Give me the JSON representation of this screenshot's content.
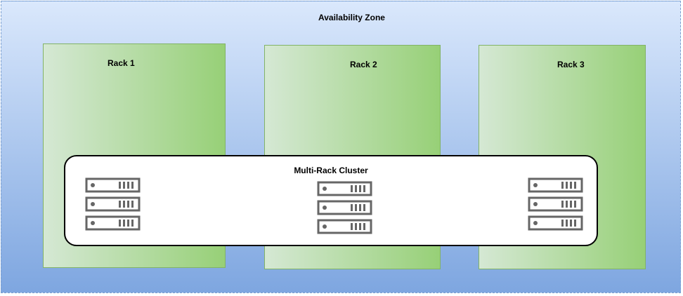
{
  "availability_zone": {
    "title": "Availability Zone"
  },
  "racks": [
    {
      "label": "Rack 1"
    },
    {
      "label": "Rack 2"
    },
    {
      "label": "Rack 3"
    }
  ],
  "cluster": {
    "title": "Multi-Rack Cluster",
    "server_groups": [
      {
        "icon": "server-stack-icon",
        "count": 3
      },
      {
        "icon": "server-stack-icon",
        "count": 3
      },
      {
        "icon": "server-stack-icon",
        "count": 3
      }
    ]
  },
  "colors": {
    "zone_top": "#dae8fc",
    "zone_bottom": "#7ea6e0",
    "zone_border": "#7a9fd0",
    "rack_left": "#d5e8d4",
    "rack_right": "#97d077",
    "rack_border": "#82b366",
    "cluster_fill": "#ffffff",
    "cluster_border": "#000000",
    "server_stroke": "#666666"
  }
}
